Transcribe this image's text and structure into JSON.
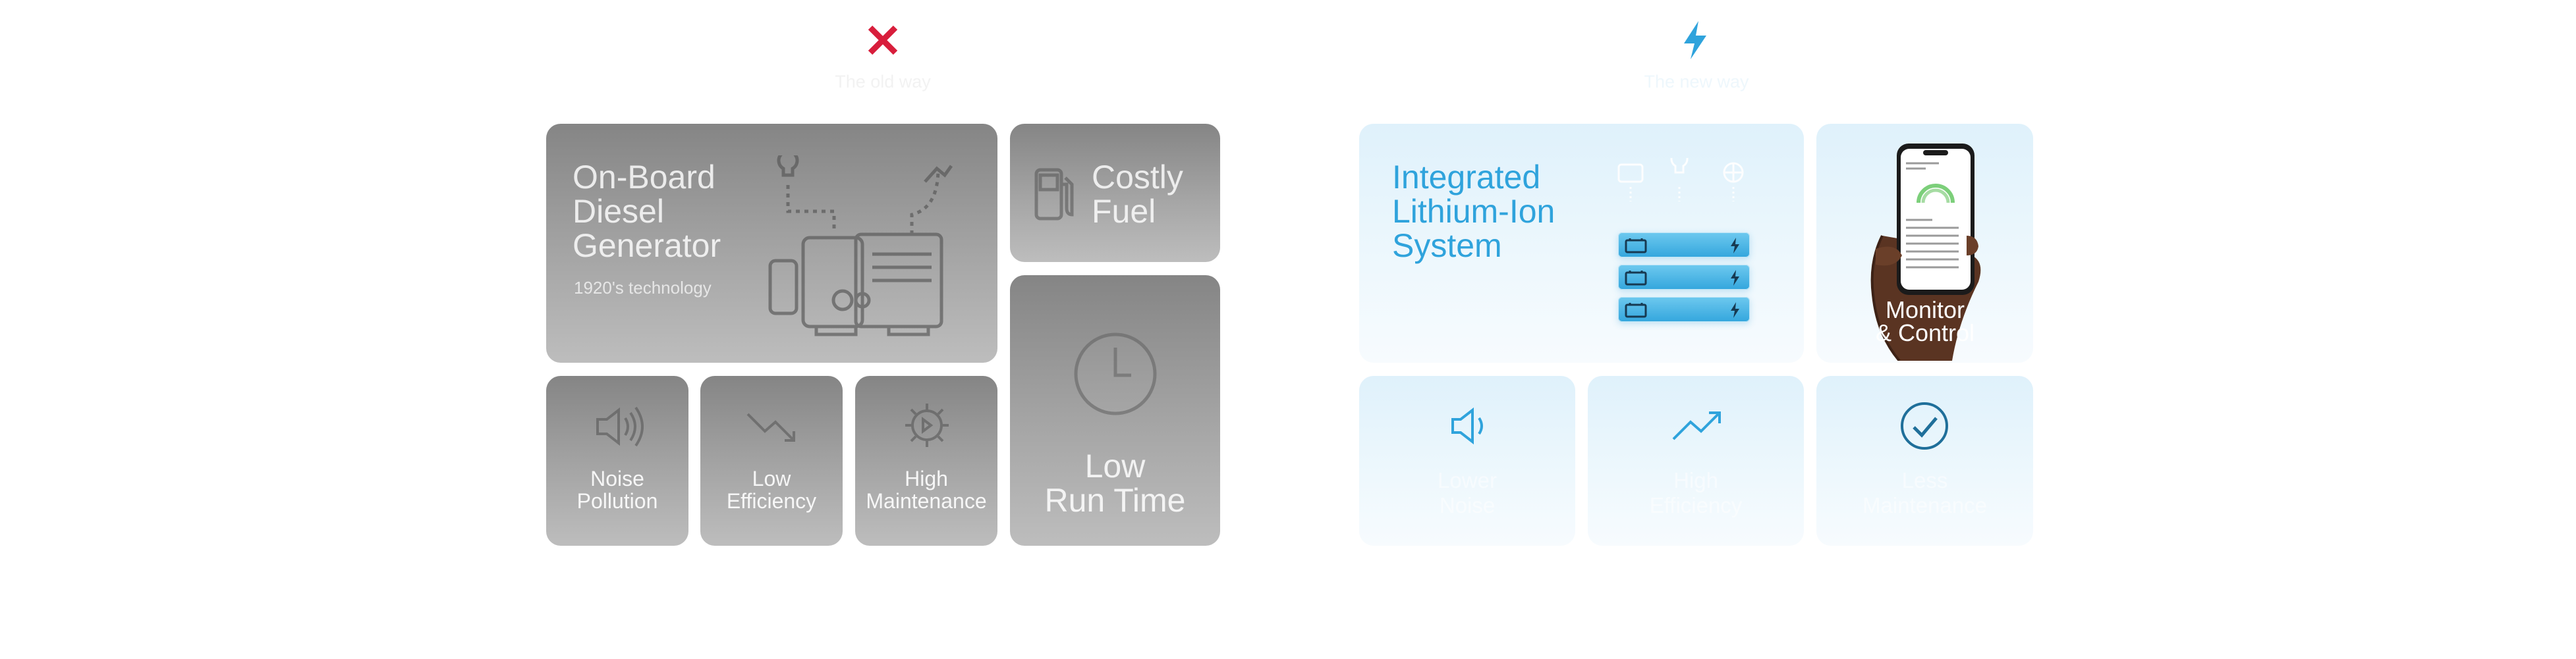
{
  "left": {
    "header_icon": "close-x-icon",
    "header_caption": "The old way",
    "diesel": {
      "title_lines": [
        "On-Board",
        "Diesel",
        "Generator"
      ],
      "subtitle": "1920's technology"
    },
    "fuel": {
      "title_lines": [
        "Costly",
        "Fuel"
      ]
    },
    "runtime": {
      "title_lines": [
        "Low",
        "Run Time"
      ]
    },
    "cards": [
      {
        "icon": "speaker-loud-icon",
        "label_lines": [
          "Noise",
          "Pollution"
        ],
        "ghost": ""
      },
      {
        "icon": "trend-down-icon",
        "label_lines": [
          "Low",
          "Efficiency"
        ],
        "ghost": ""
      },
      {
        "icon": "gear-icon",
        "label_lines": [
          "High",
          "Maintenance"
        ],
        "ghost": ""
      }
    ]
  },
  "right": {
    "header_icon": "lightning-bolt-icon",
    "header_caption": "The new way",
    "integrated": {
      "title_lines": [
        "Integrated",
        "Lithium-Ion",
        "System"
      ],
      "desc_lines": [
        "",
        "",
        ""
      ]
    },
    "monitor": {
      "label_lines": [
        "Monitor",
        "& Control"
      ]
    },
    "cards": [
      {
        "icon": "speaker-quiet-icon",
        "label_lines": [
          "Lower",
          "Noise"
        ]
      },
      {
        "icon": "trend-up-icon",
        "label_lines": [
          "High",
          "Efficiency"
        ]
      },
      {
        "icon": "check-circle-icon",
        "label_lines": [
          "Less",
          "Maintenance"
        ]
      }
    ]
  },
  "colors": {
    "red_x": "#d81e3c",
    "blue_accent": "#2fa3dc",
    "gray_tile": "#9a9a9a",
    "light_blue_tile": "#e8f5fc"
  }
}
